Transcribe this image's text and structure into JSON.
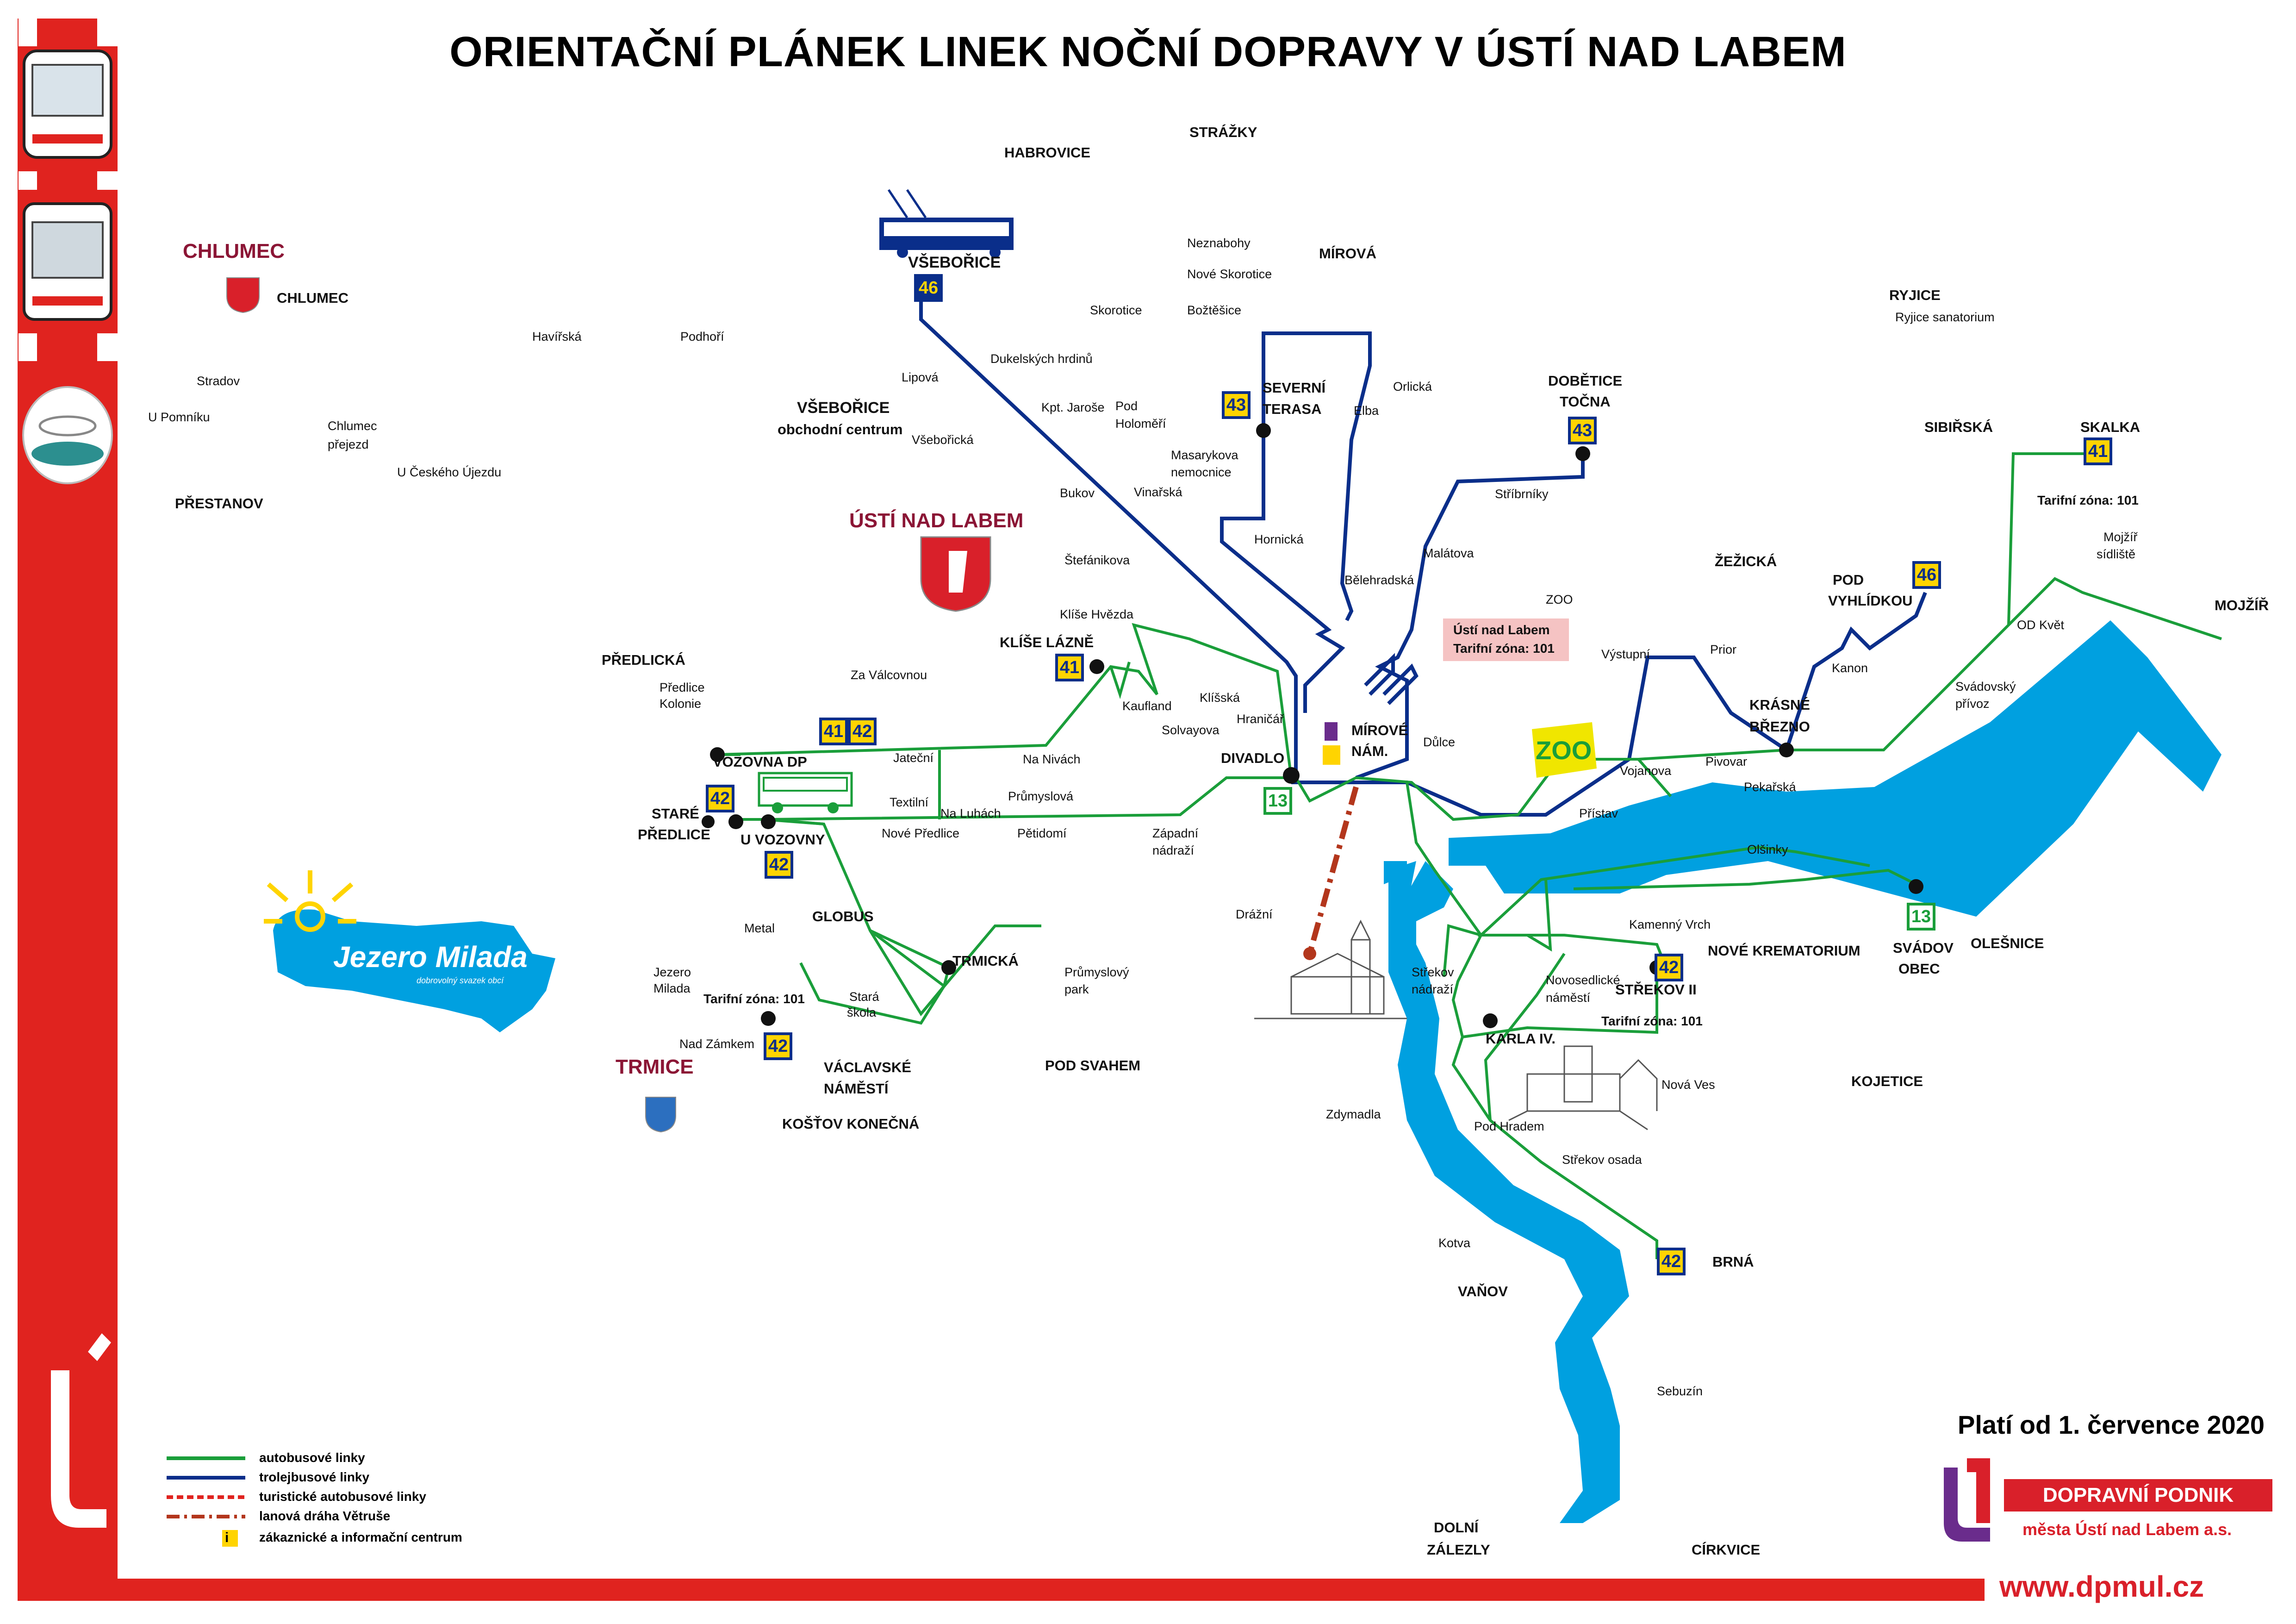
{
  "title": "ORIENTAČNÍ PLÁNEK LINEK NOČNÍ DOPRAVY V ÚSTÍ NAD LABEM",
  "valid_from": "Platí od 1. července 2020",
  "website": "www.dpmul.cz",
  "operator": {
    "name": "DOPRAVNÍ PODNIK",
    "subtitle": "města Ústí nad Labem a.s."
  },
  "colors": {
    "bus": "#1a9e3a",
    "trolleybus": "#0a2e8a",
    "tourist": "#e0231f",
    "cable": "#b3361c",
    "river": "#00a0e0",
    "brand_red": "#d9202a"
  },
  "legend": [
    {
      "label": "autobusové linky",
      "style": "bus"
    },
    {
      "label": "trolejbusové linky",
      "style": "trolleybus"
    },
    {
      "label": "turistické autobusové linky",
      "style": "tourist"
    },
    {
      "label": "lanová dráha Větruše",
      "style": "cable"
    },
    {
      "label": "zákaznické a informační centrum",
      "style": "info",
      "icon": "i"
    }
  ],
  "tariff": {
    "label": "Ústí nad Labem",
    "zone": "Tarifní zóna: 101"
  },
  "tariff_zone_label": "Tarifní zóna: 101",
  "milada": {
    "name": "Jezero Milada",
    "tagline": "dobrovolný svazek obcí"
  },
  "cities": {
    "chlumec": "CHLUMEC",
    "usti": "ÚSTÍ NAD LABEM",
    "trmice": "TRMICE"
  },
  "districts": {
    "habrovice": "HABROVICE",
    "strazky": "STRÁŽKY",
    "mirova": "MÍROVÁ",
    "chlumec": "CHLUMEC",
    "prestanov": "PŘESTANOV",
    "predlicka": "PŘEDLICKÁ",
    "globus": "GLOBUS",
    "trmicka": "TRMICKÁ",
    "vaclavske": "VÁCLAVSKÉ",
    "namesti": "NÁMĚSTÍ",
    "kostov": "KOŠŤOV KONEČNÁ",
    "pod_svahem": "POD SVAHEM",
    "zezicka": "ŽEŽICKÁ",
    "ryjice": "RYJICE",
    "sibirska": "SIBIŘSKÁ",
    "mojzir": "MOJŽÍŘ",
    "nove_krematorium": "NOVÉ KREMATORIUM",
    "olesnice": "OLEŠNICE",
    "kojetice": "KOJETICE",
    "brna": "BRNÁ",
    "vanov": "VAŇOV",
    "dolni": "DOLNÍ",
    "zalezly": "ZÁLEZLY",
    "cirkvice": "CÍRKVICE"
  },
  "terminals": {
    "vsebor": "VŠEBOŘICE",
    "vsebor_oc1": "VŠEBOŘICE",
    "vsebor_oc2": "obchodní centrum",
    "severni1": "SEVERNÍ",
    "severni2": "TERASA",
    "dobet1": "DOBĚTICE",
    "dobet2": "TOČNA",
    "skalka": "SKALKA",
    "pod1": "POD",
    "pod2": "VYHLÍDKOU",
    "krasne1": "KRÁSNÉ",
    "krasne2": "BŘEZNO",
    "klise": "KLÍŠE LÁZNĚ",
    "vozovna": "VOZOVNA DP",
    "stare1": "STARÉ",
    "stare2": "PŘEDLICE",
    "uvozovny": "U VOZOVNY",
    "divadlo": "DIVADLO",
    "mirove1": "MÍROVÉ",
    "mirove2": "NÁM.",
    "svadov1": "SVÁDOV",
    "svadov2": "OBEC",
    "strekov": "STŘEKOV II",
    "karla": "KARLA IV."
  },
  "stops": {
    "neznabohy": "Neznabohy",
    "nove_skorotice": "Nové Skorotice",
    "skorotice": "Skorotice",
    "bozteshice": "Božtěšice",
    "havirska": "Havířská",
    "podhori": "Podhoří",
    "stradov": "Stradov",
    "u_pomniku": "U Pomníku",
    "chlumec_prejezd1": "Chlumec",
    "chlumec_prejezd2": "přejezd",
    "u_ceskeho": "U Českého Újezdu",
    "lipova": "Lipová",
    "dukelskych": "Dukelských hrdinů",
    "kpt_jarose": "Kpt. Jaroše",
    "pod_holomeri1": "Pod",
    "pod_holomeri2": "Holoměří",
    "vseboricka": "Všebořická",
    "bukov": "Bukov",
    "vinarska": "Vinařská",
    "masarykova1": "Masarykova",
    "masarykova2": "nemocnice",
    "hornicka": "Hornická",
    "elba": "Elba",
    "orlicka": "Orlická",
    "belehradska": "Bělehradská",
    "malatova": "Malátova",
    "stribrniky": "Stříbrníky",
    "stefanikova": "Štefánikova",
    "klise_hvezda": "Klíše Hvězda",
    "za_valcovnou": "Za Válcovnou",
    "predlice_kolonie1": "Předlice",
    "predlice_kolonie2": "Kolonie",
    "kaufland": "Kaufland",
    "klisska": "Klíšská",
    "solvayova": "Solvayova",
    "hranicar": "Hraničář",
    "jatecni": "Jateční",
    "na_nivach": "Na Nivách",
    "textilni": "Textilní",
    "na_luhach": "Na Luhách",
    "prumyslova": "Průmyslová",
    "nove_predlice": "Nové Předlice",
    "petidomi": "Pětidomí",
    "zapadni1": "Západní",
    "zapadni2": "nádraží",
    "metal": "Metal",
    "jezero_milada1": "Jezero",
    "jezero_milada2": "Milada",
    "nad_zamkem": "Nad Zámkem",
    "stara_skola1": "Stará",
    "stara_skola2": "škola",
    "prumyslovy_park1": "Průmyslový",
    "prumyslovy_park2": "park",
    "drazni": "Drážní",
    "zdymadla": "Zdymadla",
    "kotva": "Kotva",
    "sebuzin": "Sebuzín",
    "dulce": "Důlce",
    "zoo": "ZOO",
    "vystupni": "Výstupní",
    "prior": "Prior",
    "vojanova": "Vojanova",
    "pristav": "Přístav",
    "pivovar": "Pivovar",
    "pekarska": "Pekařská",
    "kanon": "Kanon",
    "od_kvet": "OD Květ",
    "svadovsky1": "Svádovský",
    "svadovsky2": "přívoz",
    "mojzir_sidliste1": "Mojžíř",
    "mojzir_sidliste2": "sídliště",
    "ryjice_sanatorium": "Ryjice sanatorium",
    "olsinky": "Olšinky",
    "kamenny_vrch": "Kamenný Vrch",
    "novosedlicke1": "Novosedlické",
    "novosedlicke2": "náměstí",
    "strekov_nadrazi1": "Střekov",
    "strekov_nadrazi2": "nádraží",
    "pod_hradem": "Pod Hradem",
    "strekov_osada": "Střekov osada",
    "nova_ves": "Nová Ves"
  },
  "lines": {
    "l46": "46",
    "l43": "43",
    "l41": "41",
    "l42": "42",
    "l13": "13"
  }
}
